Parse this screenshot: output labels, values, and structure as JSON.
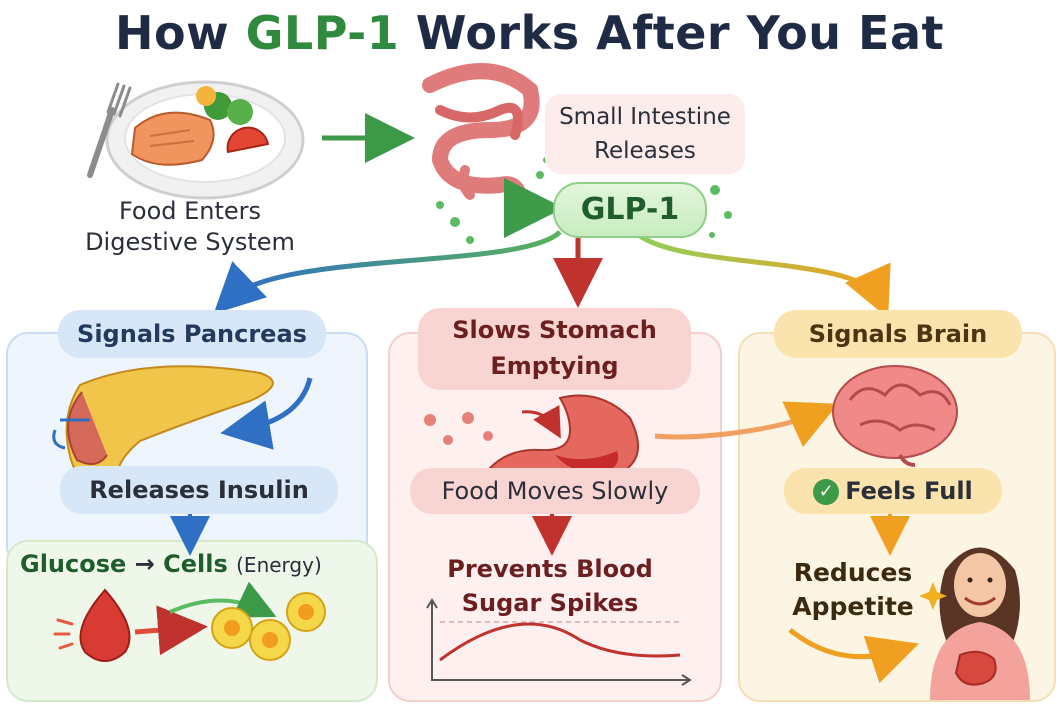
{
  "title": {
    "prefix": "How ",
    "accent": "GLP-1",
    "suffix": " Works After You Eat"
  },
  "food": {
    "line1": "Food Enters",
    "line2": "Digestive System"
  },
  "intestine": {
    "line1": "Small Intestine",
    "line2": "Releases"
  },
  "glp1": {
    "label": "GLP-1"
  },
  "pancreas": {
    "heading": "Signals Pancreas",
    "action": "Releases Insulin",
    "result_glucose": "Glucose",
    "result_arrow": "→",
    "result_cells": "Cells",
    "result_note": "(Energy)"
  },
  "stomach": {
    "heading_line1": "Slows Stomach",
    "heading_line2": "Emptying",
    "action": "Food Moves Slowly",
    "result_line1": "Prevents Blood",
    "result_line2": "Sugar Spikes"
  },
  "brain": {
    "heading": "Signals Brain",
    "action": "Feels Full",
    "result_line1": "Reduces",
    "result_line2": "Appetite"
  },
  "colors": {
    "accent_green": "#2f8a3d",
    "blue": "#2f6fc4",
    "red": "#c0322d",
    "orange": "#f0a020"
  }
}
